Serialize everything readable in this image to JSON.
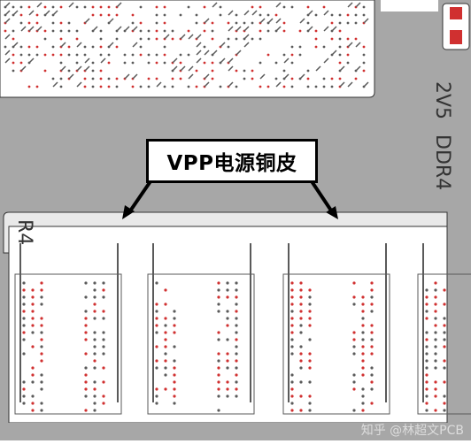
{
  "callout": {
    "label": "VPP电源铜皮"
  },
  "silkscreen": {
    "right_top": "2V5",
    "right_mid": "DDR4",
    "left_mid": "R4"
  },
  "watermark": {
    "text": "知乎 @林超文PCB"
  },
  "colors": {
    "copper_gray": "#a7a7a7",
    "board_white": "#ffffff",
    "via_red": "#d03030",
    "trace_dark": "#5a5a5a",
    "outline": "#222222"
  }
}
